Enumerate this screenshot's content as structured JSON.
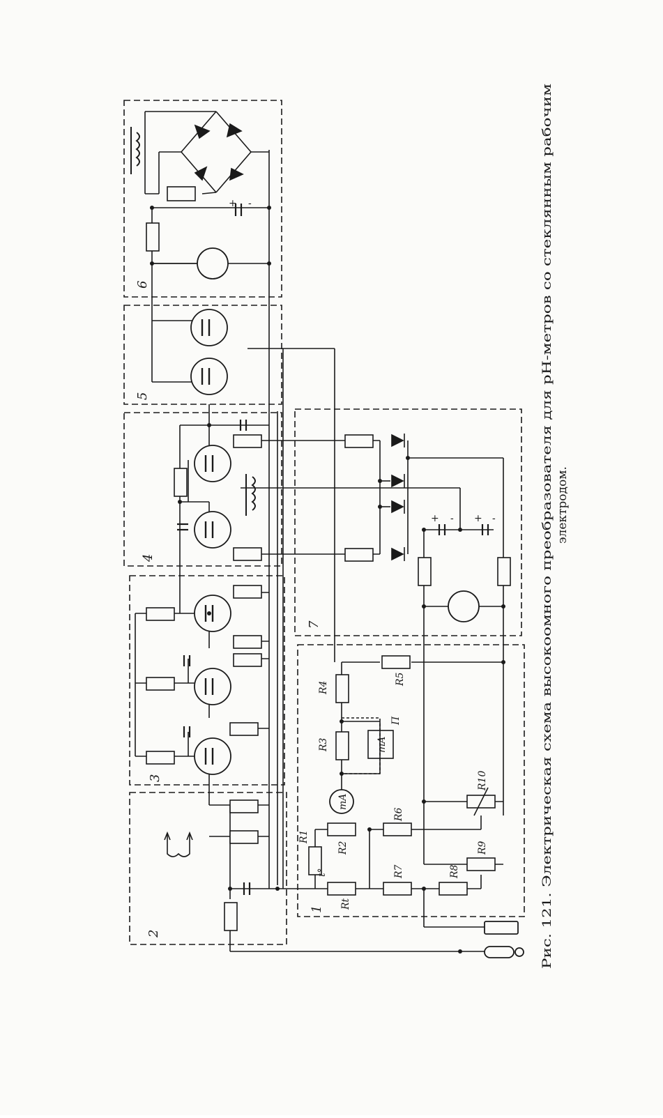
{
  "figure": {
    "caption_line1": "Рис. 121. Электрическая схема высокоомного преобразователя для pH-метров со стеклянным рабочим",
    "caption_line2": "электродом."
  },
  "blocks": [
    {
      "id": "1",
      "label": "1"
    },
    {
      "id": "2",
      "label": "2"
    },
    {
      "id": "3",
      "label": "3"
    },
    {
      "id": "4",
      "label": "4"
    },
    {
      "id": "5",
      "label": "5"
    },
    {
      "id": "6",
      "label": "6"
    },
    {
      "id": "7",
      "label": "7"
    }
  ],
  "components": {
    "R1": "R1",
    "R2": "R2",
    "R3": "R3",
    "R4": "R4",
    "R5": "R5",
    "R6": "R6",
    "R7": "R7",
    "R8": "R8",
    "R9": "R9",
    "R10": "R10",
    "Rt": "Rt",
    "t": "t°",
    "mA_meter": "mA",
    "mA_gauge": "mA",
    "P": "П",
    "plus": "+",
    "minus": "-"
  },
  "colors": {
    "ink": "#1a1a1a",
    "paper": "#fbfbf9"
  }
}
